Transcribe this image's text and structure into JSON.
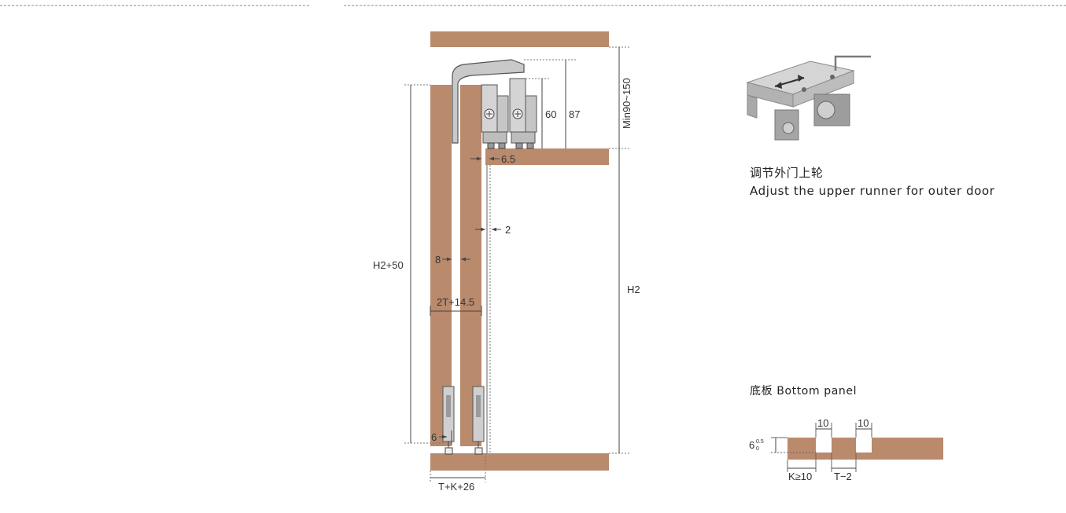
{
  "colors": {
    "wood": "#b98a6c",
    "line": "#555555",
    "metal": "#b4b4b4",
    "metal_dark": "#7a7a7a"
  },
  "dimensions": {
    "min90_150": "Min90~150",
    "d60": "60",
    "d87": "87",
    "d6_5": "6.5",
    "d2": "2",
    "d8": "8",
    "h2_50": "H2+50",
    "h2": "H2",
    "t2_14_5": "2T+14.5",
    "d6": "6",
    "tk26": "T+K+26"
  },
  "captions": {
    "runner_cn": "调节外门上轮",
    "runner_en": "Adjust the upper runner for outer door",
    "panel_label": "底板 Bottom panel"
  },
  "bottom_panel": {
    "groove_w1": "10",
    "groove_w2": "10",
    "thickness": "6",
    "tolerance_top": "0.5",
    "tolerance_bottom": "0",
    "k_label": "K≥10",
    "t_label": "T−2"
  }
}
